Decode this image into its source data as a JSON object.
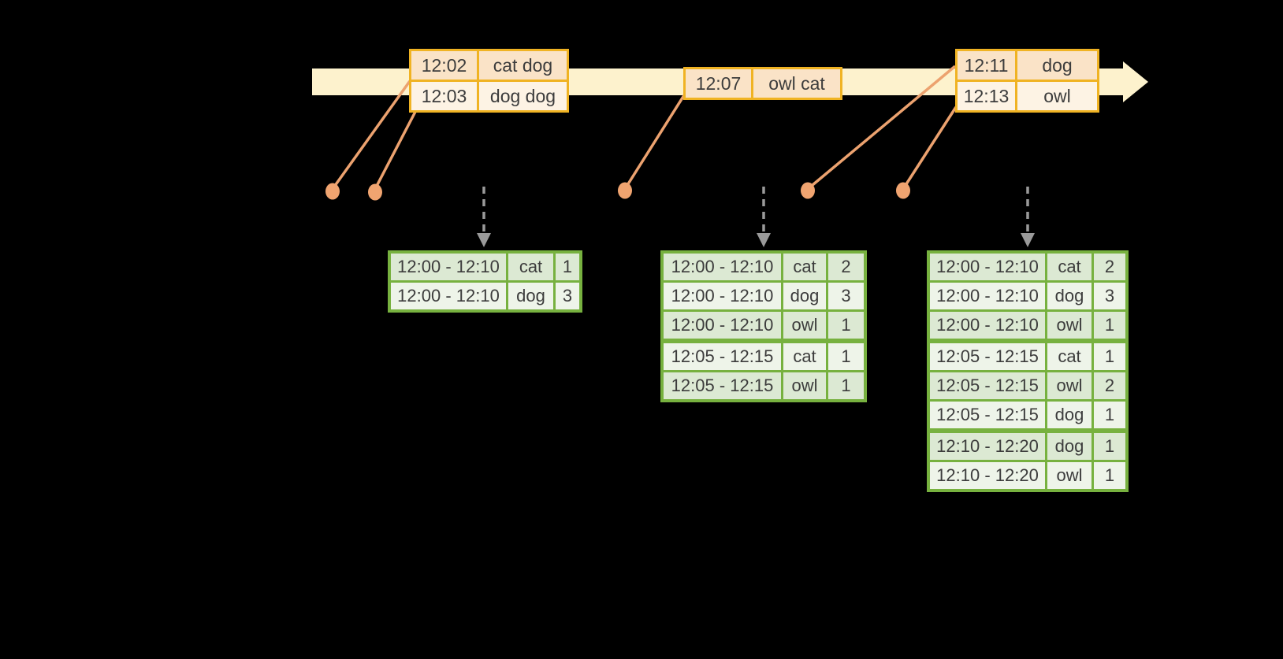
{
  "colors": {
    "background": "#000000",
    "timeline_band": "#fdf2cd",
    "event_table_border": "#f0b323",
    "event_row_dark": "#fae3c7",
    "event_row_light": "#fdf3e4",
    "connector_line": "#eca26f",
    "event_dot": "#f0a470",
    "trigger_arrow_gray": "#9a9a9a",
    "result_table_border": "#77b13f",
    "result_row_dark": "#dce9d3",
    "result_row_light": "#eef4e9",
    "text": "#3c3c3c"
  },
  "event_tables": [
    {
      "rows": [
        {
          "time": "12:02",
          "words": "cat dog"
        },
        {
          "time": "12:03",
          "words": "dog dog"
        }
      ]
    },
    {
      "rows": [
        {
          "time": "12:07",
          "words": "owl cat"
        }
      ]
    },
    {
      "rows": [
        {
          "time": "12:11",
          "words": "dog"
        },
        {
          "time": "12:13",
          "words": "owl"
        }
      ]
    }
  ],
  "result_tables": [
    {
      "rows": [
        {
          "window": "12:00 - 12:10",
          "word": "cat",
          "count": "1"
        },
        {
          "window": "12:00 - 12:10",
          "word": "dog",
          "count": "3"
        }
      ]
    },
    {
      "rows": [
        {
          "window": "12:00 - 12:10",
          "word": "cat",
          "count": "2"
        },
        {
          "window": "12:00 - 12:10",
          "word": "dog",
          "count": "3"
        },
        {
          "window": "12:00 - 12:10",
          "word": "owl",
          "count": "1"
        },
        {
          "window": "12:05 - 12:15",
          "word": "cat",
          "count": "1"
        },
        {
          "window": "12:05 - 12:15",
          "word": "owl",
          "count": "1"
        }
      ]
    },
    {
      "rows": [
        {
          "window": "12:00 - 12:10",
          "word": "cat",
          "count": "2"
        },
        {
          "window": "12:00 - 12:10",
          "word": "dog",
          "count": "3"
        },
        {
          "window": "12:00 - 12:10",
          "word": "owl",
          "count": "1"
        },
        {
          "window": "12:05 - 12:15",
          "word": "cat",
          "count": "1"
        },
        {
          "window": "12:05 - 12:15",
          "word": "owl",
          "count": "2"
        },
        {
          "window": "12:05 - 12:15",
          "word": "dog",
          "count": "1"
        },
        {
          "window": "12:10 - 12:20",
          "word": "dog",
          "count": "1"
        },
        {
          "window": "12:10 - 12:20",
          "word": "owl",
          "count": "1"
        }
      ]
    }
  ]
}
